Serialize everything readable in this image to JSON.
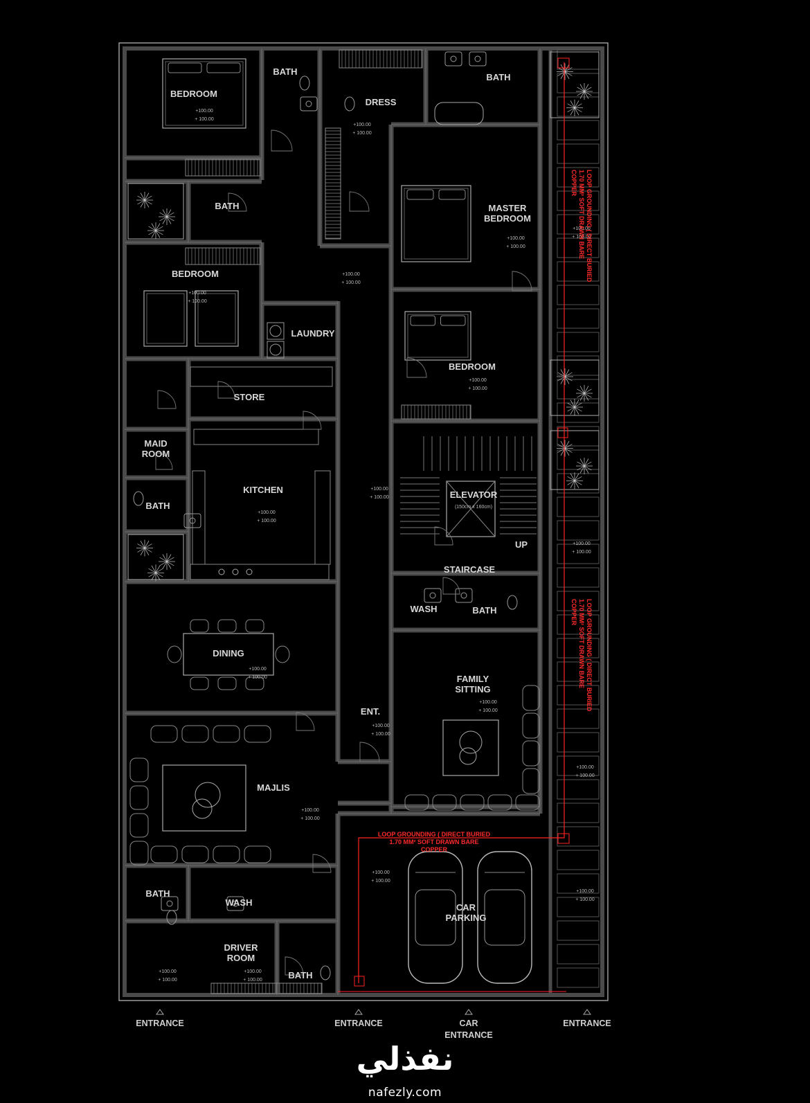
{
  "colors": {
    "background": "#000000",
    "wall": "#4a4a4a",
    "line": "#9a9a9a",
    "grounding": "#ff2222",
    "text": "#d8d8d8"
  },
  "rooms": [
    {
      "id": "bedroom-1",
      "lines": [
        "BEDROOM"
      ]
    },
    {
      "id": "bath-1",
      "lines": [
        "BATH"
      ]
    },
    {
      "id": "dress",
      "lines": [
        "DRESS"
      ]
    },
    {
      "id": "bath-2",
      "lines": [
        "BATH"
      ]
    },
    {
      "id": "bath-3",
      "lines": [
        "BATH"
      ]
    },
    {
      "id": "master-bedroom",
      "lines": [
        "MASTER",
        "BEDROOM"
      ]
    },
    {
      "id": "bedroom-2",
      "lines": [
        "BEDROOM"
      ]
    },
    {
      "id": "laundry",
      "lines": [
        "LAUNDRY"
      ]
    },
    {
      "id": "bedroom-3",
      "lines": [
        "BEDROOM"
      ]
    },
    {
      "id": "store",
      "lines": [
        "STORE"
      ]
    },
    {
      "id": "maid-room",
      "lines": [
        "MAID",
        "ROOM"
      ]
    },
    {
      "id": "kitchen",
      "lines": [
        "KITCHEN"
      ]
    },
    {
      "id": "bath-4",
      "lines": [
        "BATH"
      ]
    },
    {
      "id": "elevator",
      "lines": [
        "ELEVATOR",
        "(150cm x 160cm)"
      ]
    },
    {
      "id": "up",
      "lines": [
        "UP"
      ]
    },
    {
      "id": "staircase",
      "lines": [
        "STAIRCASE"
      ]
    },
    {
      "id": "wash-1",
      "lines": [
        "WASH"
      ]
    },
    {
      "id": "bath-5",
      "lines": [
        "BATH"
      ]
    },
    {
      "id": "dining",
      "lines": [
        "DINING"
      ]
    },
    {
      "id": "family-sitting",
      "lines": [
        "FAMILY",
        "SITTING"
      ]
    },
    {
      "id": "ent",
      "lines": [
        "ENT."
      ]
    },
    {
      "id": "majlis",
      "lines": [
        "MAJLIS"
      ]
    },
    {
      "id": "bath-6",
      "lines": [
        "BATH"
      ]
    },
    {
      "id": "wash-2",
      "lines": [
        "WASH"
      ]
    },
    {
      "id": "car-parking",
      "lines": [
        "CAR",
        "PARKING"
      ]
    },
    {
      "id": "driver-room",
      "lines": [
        "DRIVER",
        "ROOM"
      ]
    },
    {
      "id": "bath-7",
      "lines": [
        "BATH"
      ]
    }
  ],
  "level_marks": [
    "+100.00",
    "+ 100.00"
  ],
  "grounding_notes": {
    "right_upper": [
      "LOOP GROUNDING ( DIRECT BURIED",
      "1.70 MM² SOFT DRAWN BARE",
      "COPPER"
    ],
    "right_lower": [
      "LOOP GROUNDING ( DIRECT BURIED",
      "1.70 MM² SOFT DRAWN BARE",
      "COPPER"
    ],
    "parking": [
      "LOOP GROUNDING ( DIRECT BURIED",
      "1.70 MM² SOFT DRAWN BARE",
      "COPPER"
    ]
  },
  "entrances": [
    {
      "id": "entrance-left",
      "lines": [
        "ENTRANCE"
      ]
    },
    {
      "id": "entrance-center",
      "lines": [
        "ENTRANCE"
      ]
    },
    {
      "id": "car-entrance",
      "lines": [
        "CAR",
        "ENTRANCE"
      ]
    },
    {
      "id": "entrance-right",
      "lines": [
        "ENTRANCE"
      ]
    }
  ],
  "watermark": {
    "arabic": "نفذلي",
    "url": "nafezly.com"
  }
}
